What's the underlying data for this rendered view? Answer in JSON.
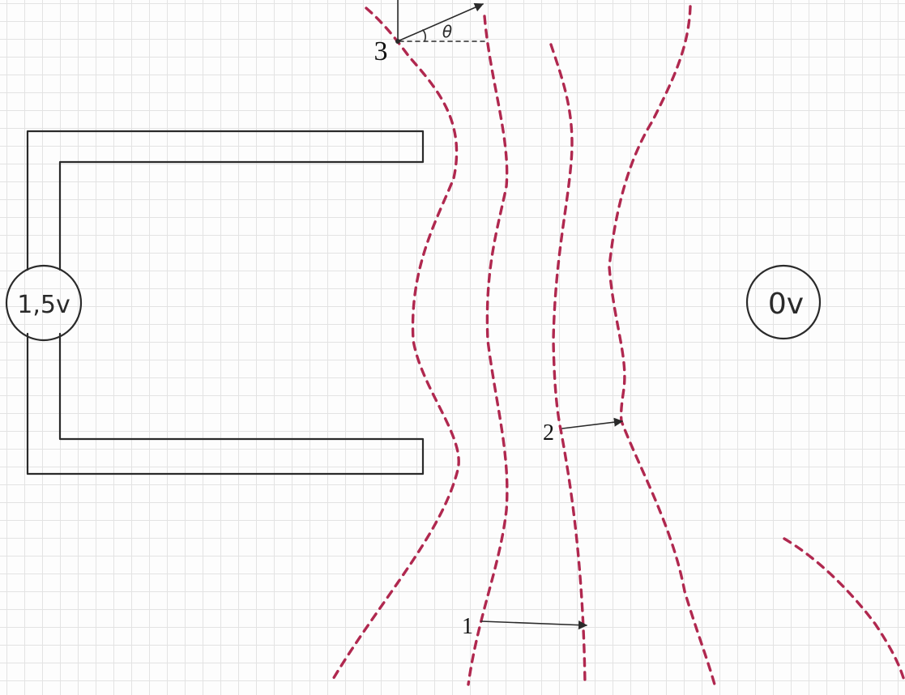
{
  "battery": {
    "voltage_label": "1,5v"
  },
  "ground": {
    "voltage_label": "0v"
  },
  "points": [
    {
      "label": "1"
    },
    {
      "label": "2"
    },
    {
      "label": "3"
    }
  ],
  "angle": {
    "symbol": "θ"
  },
  "colors": {
    "field_lines": "#b0284f",
    "ink": "#2a2a2a",
    "grid": "#e3e3e3"
  }
}
